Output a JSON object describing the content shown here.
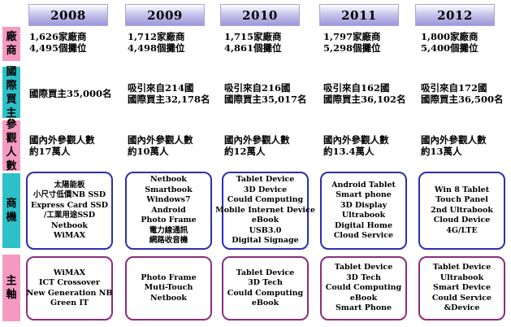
{
  "years": [
    "2008",
    "2009",
    "2010",
    "2011",
    "2012"
  ],
  "colors": {
    "exhibitors": "#f49ac1",
    "buyers": "#2dc0c9",
    "visitors": "#f49ac1",
    "products": "#2dc0c9",
    "themes": "#f49ac1",
    "product_border": "#2b2fb0",
    "theme_border": "#8a2d7e",
    "year_header": "#9c97d8"
  },
  "rows": {
    "exhibitors": {
      "label": [
        "廠",
        "商"
      ],
      "values": [
        [
          "1,626家廠商",
          "4,495個攤位"
        ],
        [
          "1,712家廠商",
          "4,498個攤位"
        ],
        [
          "1,715家廠商",
          "4,861個攤位"
        ],
        [
          "1,797家廠商",
          "5,298個攤位"
        ],
        [
          "1,800家廠商",
          "5,400個攤位"
        ]
      ]
    },
    "buyers": {
      "label": [
        "國",
        "際",
        "買",
        "主"
      ],
      "values": [
        [
          "國際買主35,000名"
        ],
        [
          "吸引來自214國",
          "國際買主32,178名"
        ],
        [
          "吸引來自216國",
          "國際買主35,017名"
        ],
        [
          "吸引來自162國",
          "國際買主36,102名"
        ],
        [
          "吸引來自172國",
          "國際買主36,500名"
        ]
      ]
    },
    "visitors": {
      "label": [
        "參",
        "觀",
        "人",
        "數"
      ],
      "values": [
        [
          "國內外參觀人數",
          "約17萬人"
        ],
        [
          "國內外參觀人數",
          "約10萬人"
        ],
        [
          "國內外參觀人數",
          "約12萬人"
        ],
        [
          "國內外參觀人數",
          "約13.4萬人"
        ],
        [
          "國內外參觀人數",
          "約13萬人"
        ]
      ]
    },
    "products": {
      "label": [
        "商",
        "機"
      ],
      "values": [
        [
          "太陽能板",
          "小尺寸低價NB SSD",
          "Express Card SSD",
          "/工業用途SSD",
          "Netbook",
          "WiMAX"
        ],
        [
          "Netbook",
          "Smartbook",
          "Windows7",
          "Android",
          "Photo Frame",
          "電力線通訊",
          "網路收音機"
        ],
        [
          "Tablet Device",
          "3D Device",
          "Could Computing",
          "Mobile Internet Device",
          "eBook",
          "USB3.0",
          "Digital Signage"
        ],
        [
          "Android Tablet",
          "Smart phone",
          "3D Display",
          "Ultrabook",
          "Digital Home",
          "Cloud Service"
        ],
        [
          "Win 8 Tablet",
          "Touch Panel",
          "2nd Ultrabook",
          "Cloud Device",
          "4G/LTE"
        ]
      ]
    },
    "themes": {
      "label": [
        "主",
        "軸"
      ],
      "values": [
        [
          "WiMAX",
          "ICT Crossover",
          "New Generation NB",
          "Green IT"
        ],
        [
          "Photo Frame",
          "Muti-Touch",
          "Netbook"
        ],
        [
          "Tablet Device",
          "3D Tech",
          "Could Computing",
          "eBook"
        ],
        [
          "Tablet Device",
          "3D Tech",
          "Could Computing",
          "eBook",
          "Smart Phone"
        ],
        [
          "Tablet Device",
          "Ultrabook",
          "Smart Device",
          "Could Service",
          "&Device"
        ]
      ]
    }
  }
}
